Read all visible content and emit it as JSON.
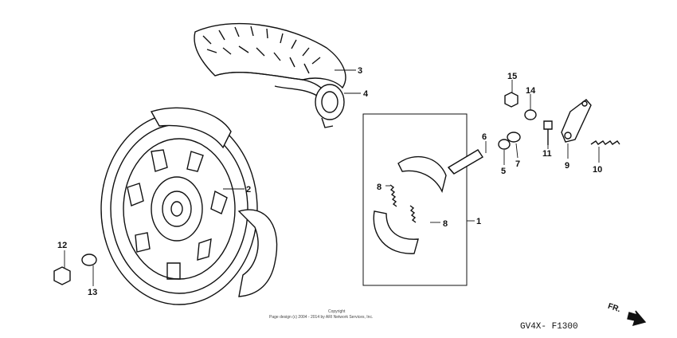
{
  "callouts": {
    "c1": "1",
    "c2": "2",
    "c3": "3",
    "c4": "4",
    "c5": "5",
    "c6": "6",
    "c7": "7",
    "c8a": "8",
    "c8b": "8",
    "c9": "9",
    "c10": "10",
    "c11": "11",
    "c12": "12",
    "c13": "13",
    "c14": "14",
    "c15": "15"
  },
  "footer": {
    "copyright_heading": "Copyright",
    "copyright_text": "Page design (c) 2004 - 2014 by ARI Network Services, Inc.",
    "diagram_code": "GV4X- F1300",
    "direction_label": "FR."
  }
}
